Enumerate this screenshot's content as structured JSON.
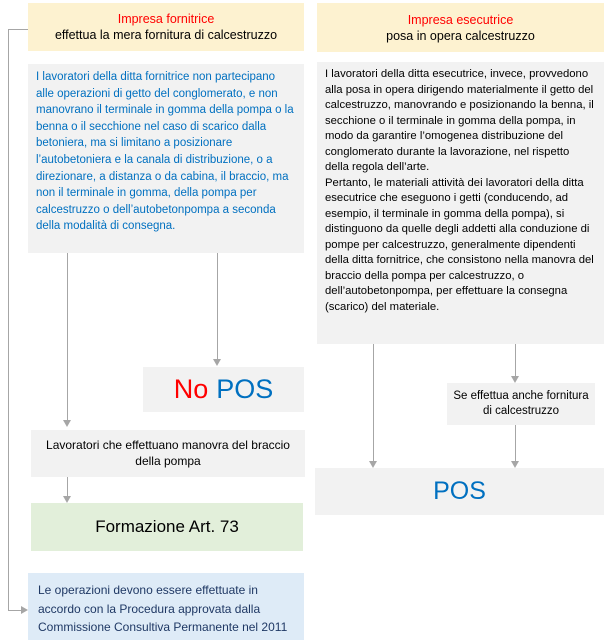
{
  "fornitrice": {
    "title": "Impresa fornitrice",
    "subtitle": "effettua la mera fornitura di calcestruzzo",
    "body": "I lavoratori della ditta fornitrice non partecipano alle operazioni di getto del conglomerato, e non manovrano il terminale in gomma della pompa o la benna o il secchione nel caso di scarico dalla betoniera, ma si limitano a posizionare l’autobetoniera e la canala di distribuzione, o a direzionare, a distanza o da cabina, il braccio, ma non il terminale in gomma, della pompa per calcestruzzo o dell’autobetonpompa a seconda della modalità di consegna.",
    "no_label": "No",
    "pos_label": "POS",
    "lavoratori_label": "Lavoratori che effettuano manovra del braccio della pompa",
    "formazione_label": "Formazione Art.  73",
    "procedura_label": "Le operazioni devono essere effettuate in accordo con la Procedura approvata dalla Commissione Consultiva Permanente nel 2011"
  },
  "esecutrice": {
    "title": "Impresa esecutrice",
    "subtitle": "posa in opera calcestruzzo",
    "body_p1": "I lavoratori della ditta esecutrice, invece, provvedono alla posa in opera dirigendo materialmente il getto del calcestruzzo, manovrando e posizionando la benna, il secchione o il terminale in gomma della pompa, in modo da garantire l’omogenea distribuzione del conglomerato durante la lavorazione, nel rispetto della regola dell’arte.",
    "body_p2": "Pertanto, le materiali attività dei lavoratori della ditta esecutrice che eseguono i getti (conducendo, ad esempio, il terminale in gomma della pompa), si distinguono da quelle degli addetti alla conduzione di pompe per calcestruzzo, generalmente dipendenti della ditta fornitrice, che consistono nella manovra del braccio della pompa per calcestruzzo, o dell’autobetonpompa, per effettuare la consegna (scarico) del materiale.",
    "se_effettua_label": "Se effettua anche fornitura di calcestruzzo",
    "pos_label": "POS"
  },
  "colors": {
    "accent_red": "#FF0000",
    "accent_blue": "#0070C0",
    "dark_blue_text": "#1F3864",
    "box_gray": "#F2F2F2",
    "box_yellow": "#FDF2D0",
    "box_green": "#E2EFDA",
    "box_blue": "#DEEBF7",
    "connector_gray": "#A6A6A6"
  }
}
